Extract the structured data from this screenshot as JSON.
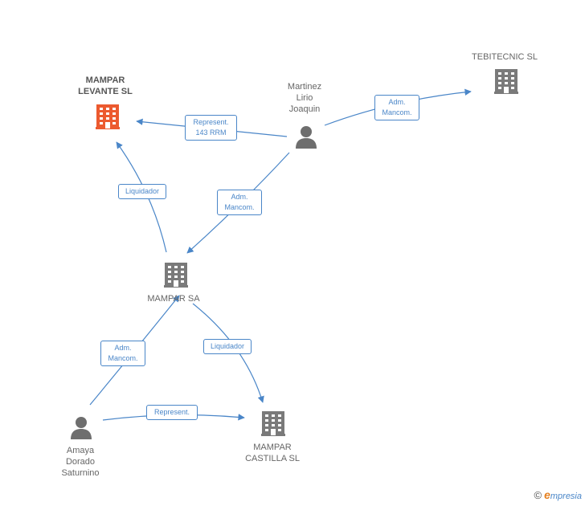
{
  "colors": {
    "edge": "#4a86c8",
    "company": "#7a7a7a",
    "company_highlight": "#ec5a2f",
    "person": "#6e6e6e",
    "label_text": "#666666"
  },
  "nodes": {
    "mampar_levante": {
      "label": "MAMPAR\nLEVANTE SL",
      "icon": "building-icon"
    },
    "martinez": {
      "label": "Martinez\nLirio\nJoaquin",
      "icon": "person-icon"
    },
    "tebitecnic": {
      "label": "TEBITECNIC SL",
      "icon": "building-icon"
    },
    "mampar_sa": {
      "label": "MAMPAR SA",
      "icon": "building-icon"
    },
    "amaya": {
      "label": "Amaya\nDorado\nSaturnino",
      "icon": "person-icon"
    },
    "mampar_castilla": {
      "label": "MAMPAR\nCASTILLA SL",
      "icon": "building-icon"
    }
  },
  "edges": {
    "martinez_levante": "Represent.\n143 RRM",
    "martinez_tebitecnic": "Adm.\nMancom.",
    "martinez_sa": "Adm.\nMancom.",
    "sa_levante": "Liquidador",
    "amaya_sa": "Adm.\nMancom.",
    "sa_castilla": "Liquidador",
    "amaya_castilla": "Represent."
  },
  "footer": {
    "copyright": "©",
    "brand_initial": "e",
    "brand_rest": "mpresia"
  }
}
